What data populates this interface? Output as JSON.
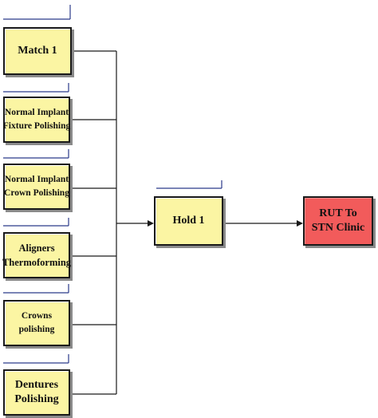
{
  "nodes": {
    "match1": {
      "label": "Match 1"
    },
    "normal_implant_fixture": {
      "line1": "Normal Implant",
      "line2": "Fixture Polishing"
    },
    "normal_implant_crown": {
      "line1": "Normal Implant",
      "line2": "Crown Polishing"
    },
    "aligners": {
      "line1": "Aligners",
      "line2": "Thermoforming"
    },
    "crowns": {
      "line1": "Crowns",
      "line2": "polishing"
    },
    "dentures": {
      "line1": "Dentures",
      "line2": "Polishing"
    },
    "hold1": {
      "label": "Hold 1"
    },
    "rut": {
      "line1": "RUT To",
      "line2": "STN Clinic"
    }
  },
  "colors": {
    "node_fill": "#fbf5a3",
    "exit_fill": "#f25b5b",
    "connector": "#1a1a1a",
    "queue_bar": "#2b3a8a"
  }
}
